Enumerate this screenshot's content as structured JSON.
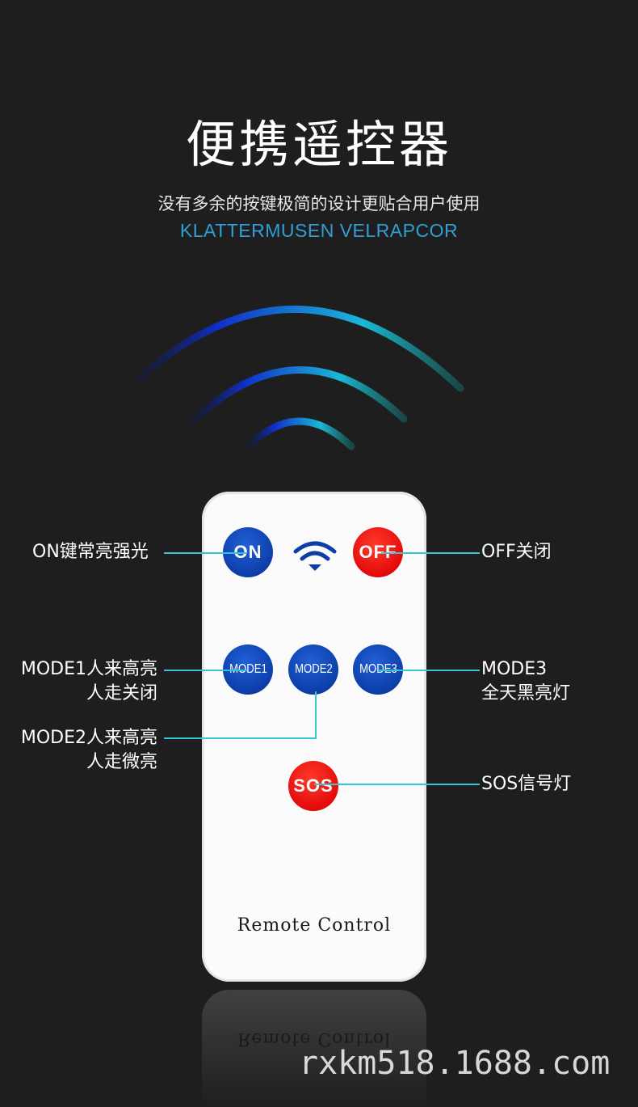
{
  "header": {
    "title": "便携遥控器",
    "subtitle": "没有多余的按键极简的设计更贴合用户使用",
    "subtitle_en": "KLATTERMUSEN VELRAPCOR"
  },
  "remote": {
    "buttons": {
      "on": "ON",
      "off": "OFF",
      "mode1": "MODE1",
      "mode2": "MODE2",
      "mode3": "MODE3",
      "sos": "SOS"
    },
    "label": "Remote Control",
    "reflection_label": "Remote Control"
  },
  "annotations": {
    "on": "ON键常亮强光",
    "off": "OFF关闭",
    "mode1_line1": "MODE1人来高亮",
    "mode1_line2": "人走关闭",
    "mode2_line1": "MODE2人来高亮",
    "mode2_line2": "人走微亮",
    "mode3_line1": "MODE3",
    "mode3_line2": "全天黑亮灯",
    "sos": "SOS信号灯"
  },
  "watermark": "rxkm518.1688.com",
  "colors": {
    "background": "#1e1e1f",
    "accent_blue": "#2f9fd6",
    "leader_line": "#38c4cf",
    "button_blue": "#0d3ea8",
    "button_red": "#e30b0b"
  },
  "icons": {
    "signal_waves": "wireless-signal-icon",
    "remote_wifi": "wifi-icon"
  }
}
